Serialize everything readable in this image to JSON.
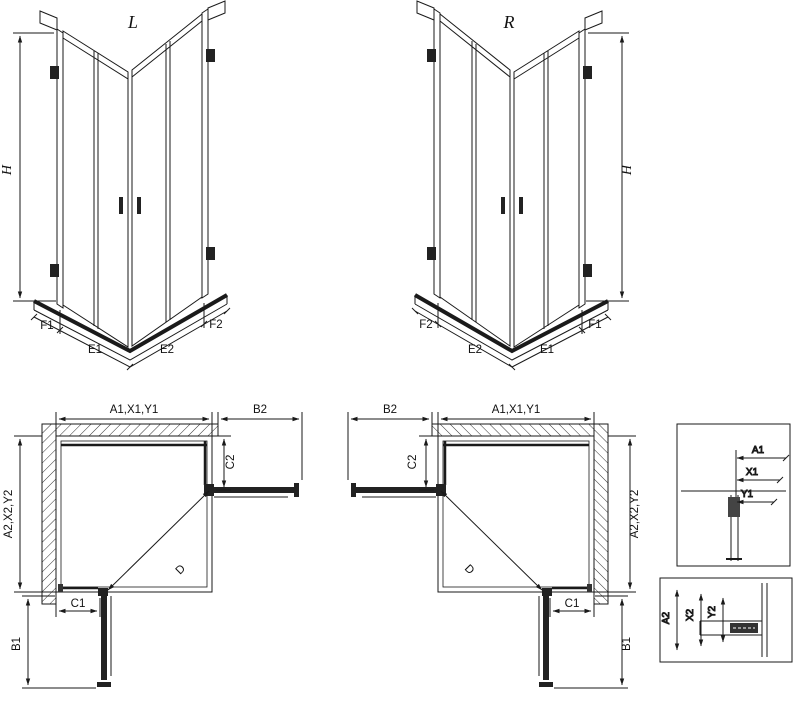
{
  "page": {
    "background": "#ffffff",
    "line_color": "#1a1a1a"
  },
  "views": {
    "front_left": {
      "title": "L",
      "height_dim": "H",
      "tray_dims": [
        "F1",
        "E1",
        "E2",
        "F2"
      ]
    },
    "front_right": {
      "title": "R",
      "height_dim": "H",
      "tray_dims": [
        "F2",
        "E2",
        "E1",
        "F1"
      ]
    },
    "plan_left": {
      "width_dim": "A1,X1,Y1",
      "door_width_dim": "B2",
      "fixed_panel_dim": "C2",
      "depth_dim": "A2,X2,Y2",
      "fixed_bottom_dim": "C1",
      "diagonal_dim": "D",
      "door_depth_dim": "B1"
    },
    "plan_right": {
      "door_width_dim": "B2",
      "width_dim": "A1,X1,Y1",
      "fixed_panel_dim": "C2",
      "depth_dim": "A2,X2,Y2",
      "diagonal_dim": "D",
      "fixed_bottom_dim": "C1",
      "door_depth_dim": "B1"
    },
    "detail_top": {
      "dims": [
        "A1",
        "X1",
        "Y1"
      ]
    },
    "detail_bottom": {
      "dims": [
        "A2",
        "X2",
        "Y2"
      ]
    }
  }
}
